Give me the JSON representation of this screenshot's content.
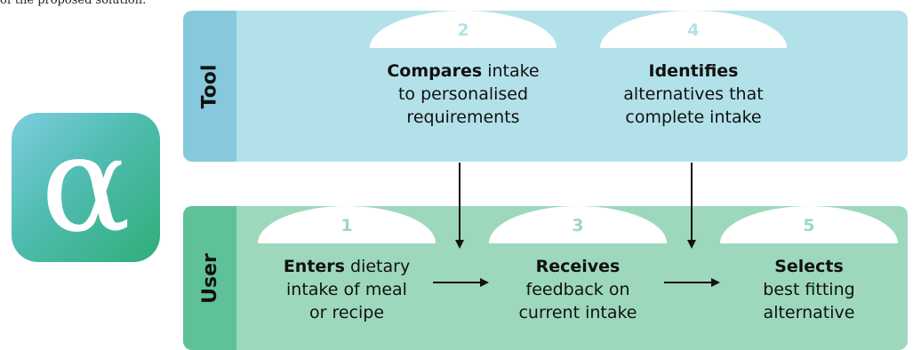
{
  "caption": "of the proposed solution.",
  "logo": {
    "glyph": "α",
    "colors": [
      "#7fcde0",
      "#2fae78"
    ]
  },
  "lanes": {
    "tool": {
      "label": "Tool",
      "color": "#b3e1ea"
    },
    "user": {
      "label": "User",
      "color": "#9dd8bd"
    }
  },
  "steps": [
    {
      "number": "1",
      "bold": "Enters",
      "rest": " dietary",
      "line2": "intake of meal",
      "line3": "or recipe"
    },
    {
      "number": "2",
      "bold": "Compares",
      "rest": " intake",
      "line2": "to personalised",
      "line3": "requirements"
    },
    {
      "number": "3",
      "bold": "Receives",
      "rest": "",
      "line2": "feedback on",
      "line3": "current intake"
    },
    {
      "number": "4",
      "bold": "Identifies",
      "rest": "",
      "line2": "alternatives that",
      "line3": "complete intake"
    },
    {
      "number": "5",
      "bold": "Selects",
      "rest": "",
      "line2": "best fitting",
      "line3": "alternative"
    }
  ]
}
